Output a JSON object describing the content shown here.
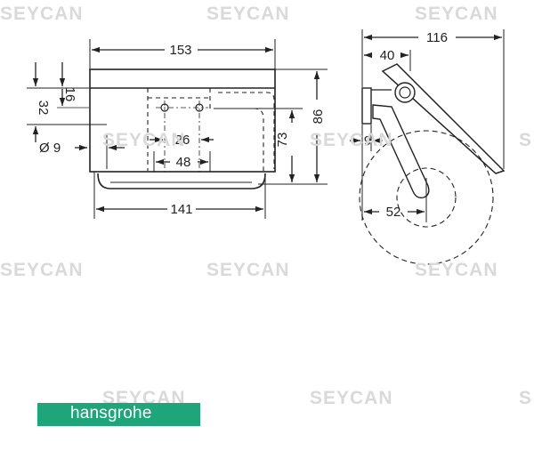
{
  "watermark": {
    "text": "SEYCAN",
    "partial": "S"
  },
  "front_view": {
    "width_total": "153",
    "height_offset_outer": "32",
    "height_offset_inner": "16",
    "hole_diameter": "Ø 9",
    "hole_spacing_inner": "26",
    "hole_spacing_outer": "48",
    "rod_length": "141",
    "height_inner": "73",
    "height_total": "86"
  },
  "side_view": {
    "depth_total": "116",
    "depth_lid": "40",
    "wall_gap": "9",
    "roll_offset": "52"
  },
  "brand": {
    "name": "hansgrohe",
    "color": "#1fa57a"
  }
}
